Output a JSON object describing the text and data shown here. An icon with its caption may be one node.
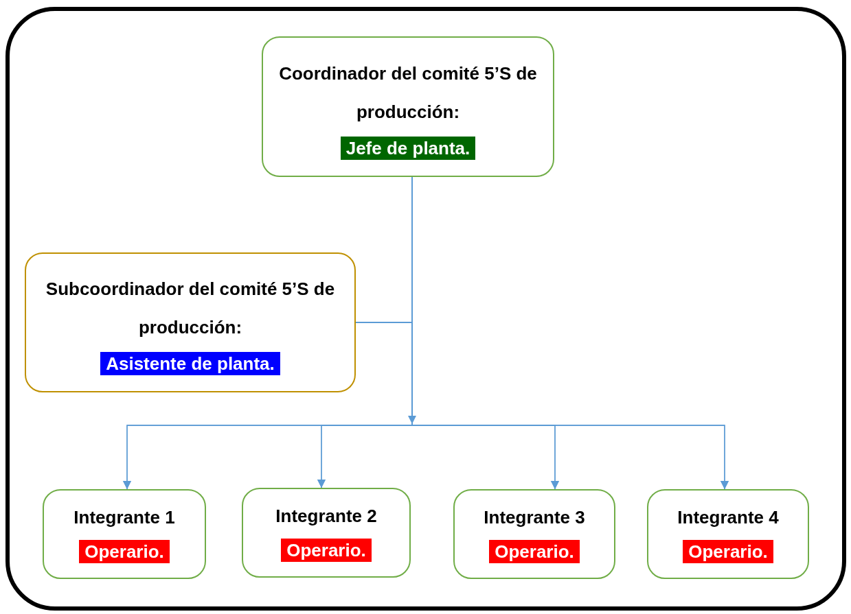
{
  "diagram": {
    "nodes": [
      {
        "text": [
          "Coordinador del comité 5’S de producción:",
          "Jefe de planta."
        ]
      },
      {
        "text": [
          "Subcoordinador del comité 5’S de producción:",
          "Asistente de planta."
        ]
      },
      {
        "text": [
          "Integrante 1",
          "Operario."
        ]
      },
      {
        "text": [
          "Integrante 2",
          "Operario."
        ]
      },
      {
        "text": [
          "Integrante 3",
          "Operario."
        ]
      },
      {
        "text": [
          "Integrante 4",
          "Operario."
        ]
      }
    ],
    "edges": [
      {
        "from": 0,
        "to": 2,
        "arrow": "to"
      },
      {
        "from": 0,
        "to": 3,
        "arrow": "to"
      },
      {
        "from": 0,
        "to": 4,
        "arrow": "to"
      },
      {
        "from": 0,
        "to": 5,
        "arrow": "to"
      },
      {
        "from": 1,
        "to": 2,
        "arrow": "to"
      },
      {
        "from": 1,
        "to": 3,
        "arrow": "to"
      },
      {
        "from": 1,
        "to": 4,
        "arrow": "to"
      },
      {
        "from": 1,
        "to": 5,
        "arrow": "to"
      }
    ]
  }
}
